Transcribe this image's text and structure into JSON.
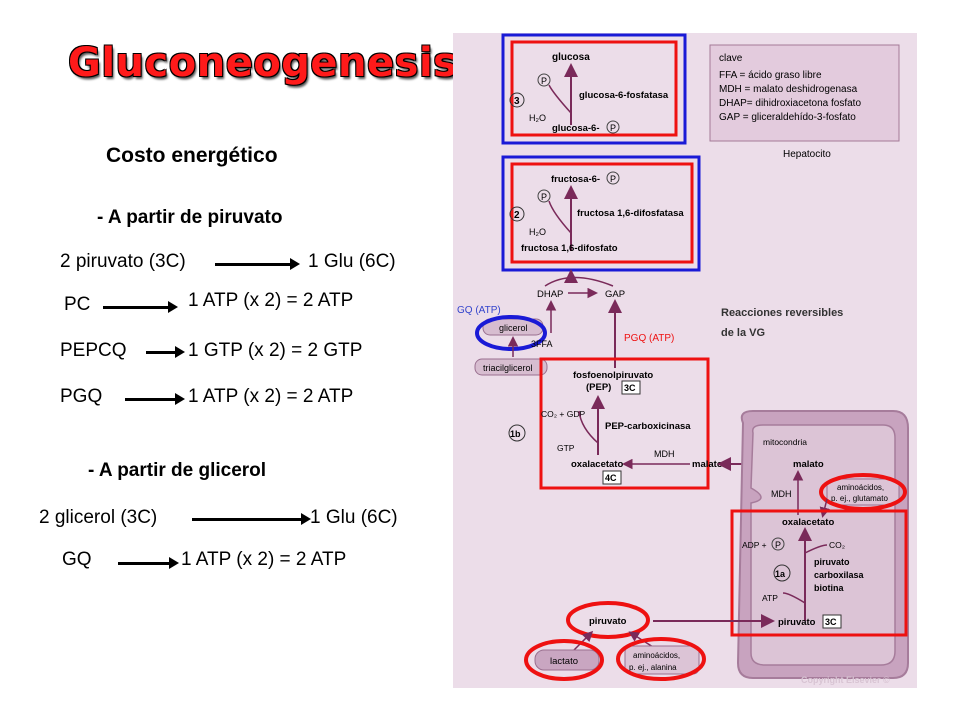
{
  "title": "Gluconeogenesis",
  "subtitle": "Costo energético",
  "sections": [
    {
      "heading": "- A partir de piruvato",
      "rows": [
        {
          "left": "2 piruvato (3C)",
          "right": "1 Glu (6C)"
        },
        {
          "left": "PC",
          "right": "1 ATP (x 2) = 2 ATP"
        },
        {
          "left": "PEPCQ",
          "right": "1 GTP (x 2) = 2 GTP"
        },
        {
          "left": "PGQ",
          "right": "1 ATP (x 2) = 2 ATP"
        }
      ]
    },
    {
      "heading": "- A partir de glicerol",
      "rows": [
        {
          "left": "2 glicerol (3C)",
          "right": "1 Glu (6C)"
        },
        {
          "left": "GQ",
          "right": "1 ATP (x 2) = 2 ATP"
        }
      ]
    }
  ],
  "diagram": {
    "step3": {
      "number": "3",
      "product": "glucosa",
      "enzyme": "glucosa-6-fosfatasa",
      "pi": "P",
      "water": "H₂O",
      "substrate": "glucosa-6-",
      "substrate_p": "P"
    },
    "step2": {
      "number": "2",
      "product": "fructosa-6-",
      "product_p": "P",
      "enzyme": "fructosa 1,6-difosfatasa",
      "pi": "P",
      "water": "H₂O",
      "substrate": "fructosa 1,6-difosfato"
    },
    "key": {
      "title": "clave",
      "lines": [
        "FFA  = ácido graso libre",
        "MDH = malato deshidrogenasa",
        "DHAP= dihidroxiacetona fosfato",
        "GAP  = gliceraldehído-3-fosfato"
      ],
      "cell": "Hepatocito"
    },
    "triose": {
      "dhap": "DHAP",
      "gap": "GAP",
      "gq": "GQ (ATP)",
      "pgq": "PGQ (ATP)"
    },
    "glycerol": {
      "glicerol": "glicerol",
      "ffa": "3FFA",
      "tag": "triacilglicerol"
    },
    "reversible_note": [
      "Reacciones reversibles",
      "de la VG"
    ],
    "step1b": {
      "number": "1b",
      "product": "fosfoenolpiruvato",
      "product_abbr": "(PEP)",
      "carbons_pep": "3C",
      "co2_gdp": "CO₂ + GDP",
      "enzyme": "PEP-carboxicinasa",
      "gtp": "GTP",
      "substrate": "oxalacetato",
      "carbons_oaa": "4C",
      "mdh": "MDH",
      "malato": "malato"
    },
    "mito": {
      "label": "mitocondria",
      "malato": "malato",
      "mdh": "MDH",
      "amino": [
        "aminoácidos,",
        "p. ej., glutamato"
      ],
      "oaa": "oxalacetato",
      "adp": "ADP +",
      "pi": "P",
      "co2": "CO₂",
      "number": "1a",
      "enzyme": [
        "piruvato",
        "carboxilasa",
        "biotina"
      ],
      "atp": "ATP",
      "piruvato": "piruvato",
      "carbons": "3C"
    },
    "cyto_piruvato": "piruvato",
    "lactato": "lactato",
    "amino_ala": [
      "aminoácidos,",
      "p. ej., alanina"
    ],
    "copyright": "Copyright Elsevier ©"
  },
  "colors": {
    "title": "#ff1a1a",
    "red_box": "#ee1111",
    "blue_box": "#1a1ad6",
    "panel": "#ecdde9",
    "pathway": "#7a2a5a"
  }
}
